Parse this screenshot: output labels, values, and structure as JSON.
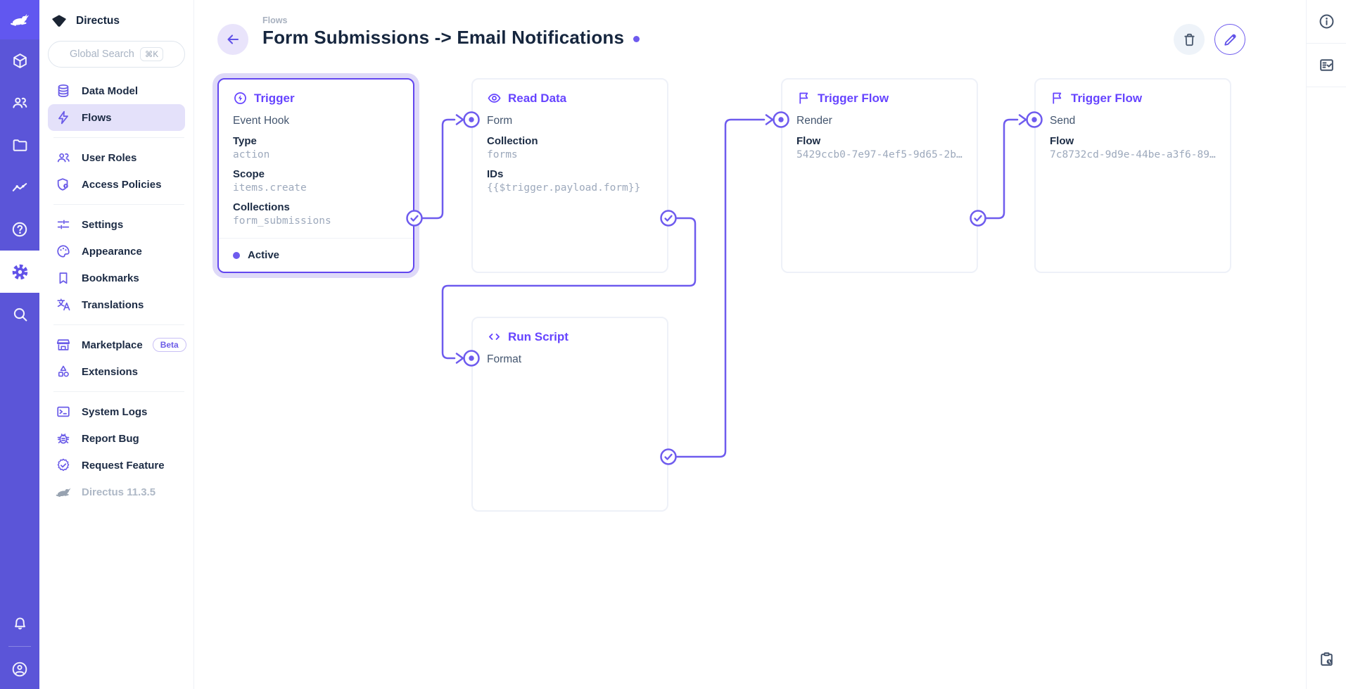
{
  "app": {
    "project_name": "Directus",
    "version": "Directus 11.3.5"
  },
  "module_bar": {
    "logo_icon": "rabbit-logo",
    "modules": [
      {
        "icon": "cube-icon"
      },
      {
        "icon": "users-icon"
      },
      {
        "icon": "folder-icon"
      },
      {
        "icon": "insights-icon"
      },
      {
        "icon": "help-icon"
      },
      {
        "icon": "gear-icon",
        "active": true
      },
      {
        "icon": "search-icon"
      }
    ],
    "bottom": [
      {
        "icon": "bell-icon"
      },
      {
        "icon": "account-icon"
      }
    ]
  },
  "sidebar": {
    "search": {
      "placeholder": "Global Search",
      "shortcut": "⌘K"
    },
    "groups": [
      {
        "items": [
          {
            "label": "Data Model",
            "icon": "database-icon"
          },
          {
            "label": "Flows",
            "icon": "bolt-icon",
            "active": true
          }
        ]
      },
      {
        "items": [
          {
            "label": "User Roles",
            "icon": "people-icon"
          },
          {
            "label": "Access Policies",
            "icon": "shield-lock-icon"
          }
        ]
      },
      {
        "items": [
          {
            "label": "Settings",
            "icon": "tune-icon"
          },
          {
            "label": "Appearance",
            "icon": "palette-icon"
          },
          {
            "label": "Bookmarks",
            "icon": "bookmark-icon"
          },
          {
            "label": "Translations",
            "icon": "translate-icon"
          }
        ]
      },
      {
        "items": [
          {
            "label": "Marketplace",
            "icon": "storefront-icon",
            "badge": "Beta"
          },
          {
            "label": "Extensions",
            "icon": "shapes-icon"
          }
        ]
      },
      {
        "items": [
          {
            "label": "System Logs",
            "icon": "terminal-icon"
          },
          {
            "label": "Report Bug",
            "icon": "bug-icon"
          },
          {
            "label": "Request Feature",
            "icon": "verified-icon"
          }
        ]
      }
    ]
  },
  "header": {
    "breadcrumb": "Flows",
    "title": "Form Submissions -> Email Notifications",
    "status_dot_color": "#6e5bee",
    "actions": [
      {
        "icon": "trash-icon"
      },
      {
        "icon": "pencil-icon"
      }
    ]
  },
  "flow": {
    "panels": [
      {
        "type_label": "Trigger",
        "icon": "bolt-circle-icon",
        "selected": true,
        "name": "Event Hook",
        "fields": [
          {
            "label": "Type",
            "value": "action"
          },
          {
            "label": "Scope",
            "value": "items.create"
          },
          {
            "label": "Collections",
            "value": "form_submissions"
          }
        ],
        "status": "Active"
      },
      {
        "type_label": "Read Data",
        "icon": "eye-icon",
        "name": "Form",
        "fields": [
          {
            "label": "Collection",
            "value": "forms"
          },
          {
            "label": "IDs",
            "value": "{{$trigger.payload.form}}"
          }
        ]
      },
      {
        "type_label": "Run Script",
        "icon": "code-icon",
        "name": "Format",
        "fields": []
      },
      {
        "type_label": "Trigger Flow",
        "icon": "flag-icon",
        "name": "Render",
        "fields": [
          {
            "label": "Flow",
            "value": "5429ccb0-7e97-4ef5-9d65-2b…"
          }
        ]
      },
      {
        "type_label": "Trigger Flow",
        "icon": "flag-icon",
        "name": "Send",
        "fields": [
          {
            "label": "Flow",
            "value": "7c8732cd-9d9e-44be-a3f6-89…"
          }
        ]
      }
    ]
  },
  "right_sidebar": {
    "icons": [
      "info-icon",
      "fact-check-icon",
      "clipboard-clock-icon"
    ]
  },
  "colors": {
    "accent": "#6e5bee",
    "module_bar": "#5b55d8",
    "logo_bg": "#6157f0",
    "active_item_bg": "#e4e1fa",
    "panel_header": "#6644ff",
    "title_text": "#16263e"
  }
}
